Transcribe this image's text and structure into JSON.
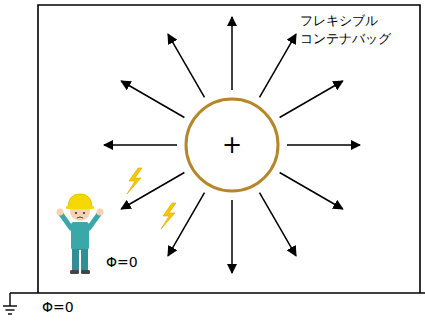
{
  "diagram": {
    "nodes": [
      {
        "text": [
          "+"
        ]
      }
    ],
    "labels": [
      "フレキシブル コンテナバッグ",
      "Φ=0",
      "Φ=0"
    ]
  }
}
